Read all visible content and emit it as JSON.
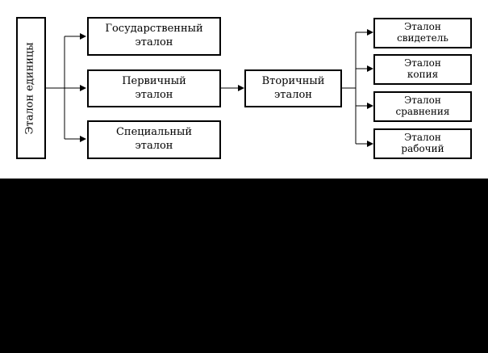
{
  "diagram": {
    "root": {
      "label": "Эталон единицы"
    },
    "level1": [
      {
        "id": "state",
        "label": "Государственный\nэталон"
      },
      {
        "id": "primary",
        "label": "Первичный\nэталон"
      },
      {
        "id": "special",
        "label": "Специальный\nэталон"
      }
    ],
    "level2": {
      "label": "Вторичный\nэталон"
    },
    "level3": [
      {
        "id": "witness",
        "label": "Эталон\nсвидетель"
      },
      {
        "id": "copy",
        "label": "Эталон\nкопия"
      },
      {
        "id": "comparison",
        "label": "Эталон\nсравнения"
      },
      {
        "id": "working",
        "label": "Эталон\nрабочий"
      }
    ]
  },
  "colors": {
    "diagram_background": "#ffffff",
    "page_background": "#000000",
    "ink": "#000000"
  }
}
